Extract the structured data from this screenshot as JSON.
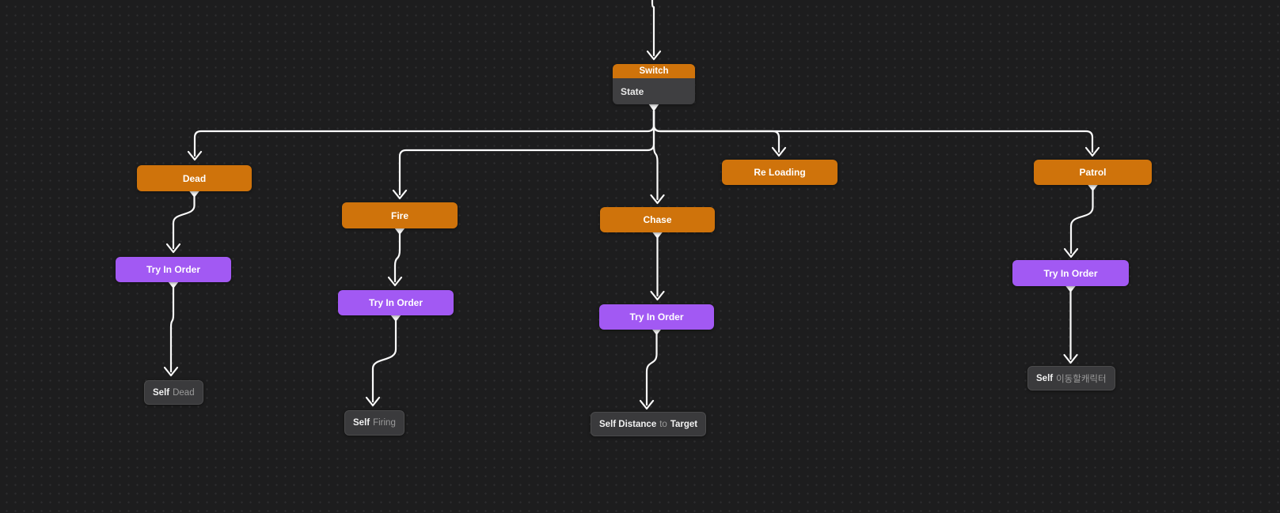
{
  "canvas": {
    "background": "#1d1d1e",
    "grid_dot_color": "#2e2e2f",
    "edge_color": "#fafafa"
  },
  "colors": {
    "action_node": "#cf730b",
    "composite_node": "#a259f3",
    "leaf_node_bg": "#3a3a3c",
    "leaf_secondary_text": "#9b9b9b"
  },
  "nodes": {
    "switch": {
      "type": "switch-root",
      "title": "Switch",
      "field": "State"
    },
    "dead": {
      "type": "action",
      "label": "Dead"
    },
    "fire": {
      "type": "action",
      "label": "Fire"
    },
    "chase": {
      "type": "action",
      "label": "Chase"
    },
    "reloading": {
      "type": "action",
      "label": "Re Loading"
    },
    "patrol": {
      "type": "action",
      "label": "Patrol"
    },
    "tio_dead": {
      "type": "composite",
      "label": "Try In Order"
    },
    "tio_fire": {
      "type": "composite",
      "label": "Try In Order"
    },
    "tio_chase": {
      "type": "composite",
      "label": "Try In Order"
    },
    "tio_patrol": {
      "type": "composite",
      "label": "Try In Order"
    },
    "self_dead": {
      "type": "leaf",
      "key": "Self",
      "value": "Dead"
    },
    "self_firing": {
      "type": "leaf",
      "key": "Self",
      "value": "Firing"
    },
    "self_distance": {
      "type": "leaf",
      "key": "Self Distance",
      "mid": "to",
      "key2": "Target"
    },
    "self_move": {
      "type": "leaf",
      "key": "Self",
      "value": "이동할캐릭터"
    }
  },
  "edges": [
    {
      "from": "offscreen-top",
      "to": "switch"
    },
    {
      "from": "switch",
      "to": "dead"
    },
    {
      "from": "switch",
      "to": "fire"
    },
    {
      "from": "switch",
      "to": "chase"
    },
    {
      "from": "switch",
      "to": "reloading"
    },
    {
      "from": "switch",
      "to": "patrol"
    },
    {
      "from": "dead",
      "to": "tio_dead"
    },
    {
      "from": "tio_dead",
      "to": "self_dead"
    },
    {
      "from": "fire",
      "to": "tio_fire"
    },
    {
      "from": "tio_fire",
      "to": "self_firing"
    },
    {
      "from": "chase",
      "to": "tio_chase"
    },
    {
      "from": "tio_chase",
      "to": "self_distance"
    },
    {
      "from": "patrol",
      "to": "tio_patrol"
    },
    {
      "from": "tio_patrol",
      "to": "self_move"
    }
  ]
}
